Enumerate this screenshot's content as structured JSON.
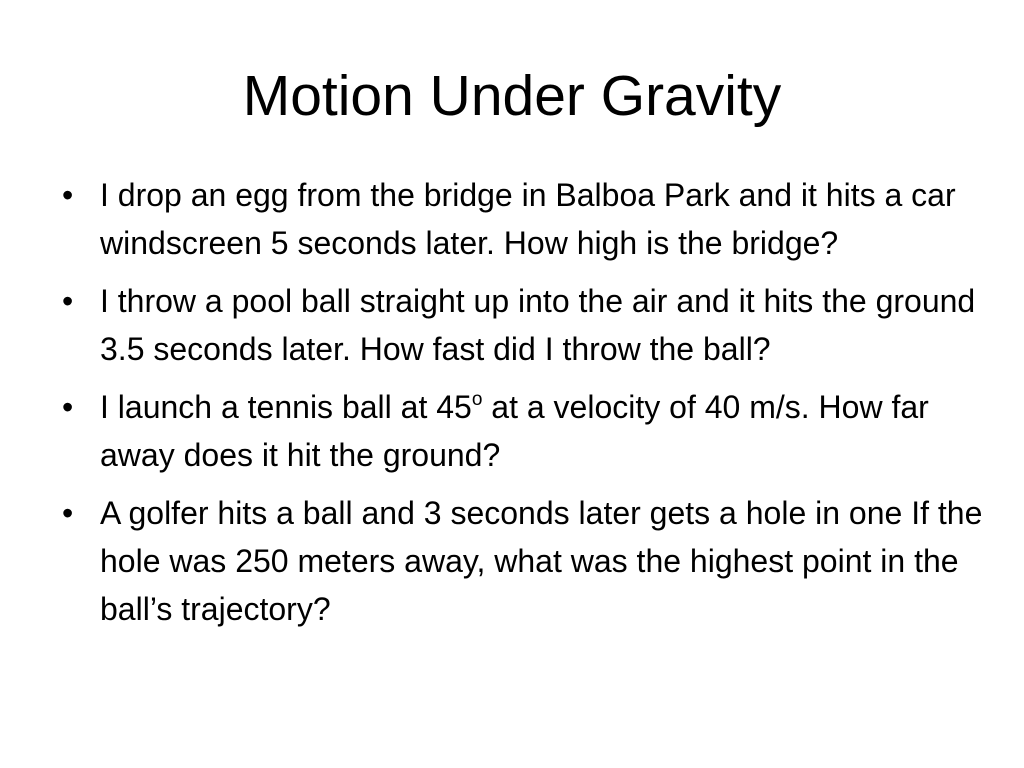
{
  "slide": {
    "title": "Motion Under Gravity",
    "bullet_symbol": "•",
    "bullets": [
      {
        "text": "I drop an egg from the bridge in Balboa Park and it hits a car windscreen 5 seconds later. How high is the bridge?"
      },
      {
        "text": "I throw a pool ball straight up into the air and it hits the ground 3.5 seconds later. How fast did I throw the ball?"
      },
      {
        "text_before": "I launch a tennis ball at 45",
        "superscript": "o",
        "text_after": " at a velocity of 40 m/s. How far away does it hit the ground?"
      },
      {
        "text": "A golfer hits a ball and 3 seconds later gets a hole in one If the hole was 250 meters away, what was the highest point in the ball’s trajectory?"
      }
    ]
  }
}
